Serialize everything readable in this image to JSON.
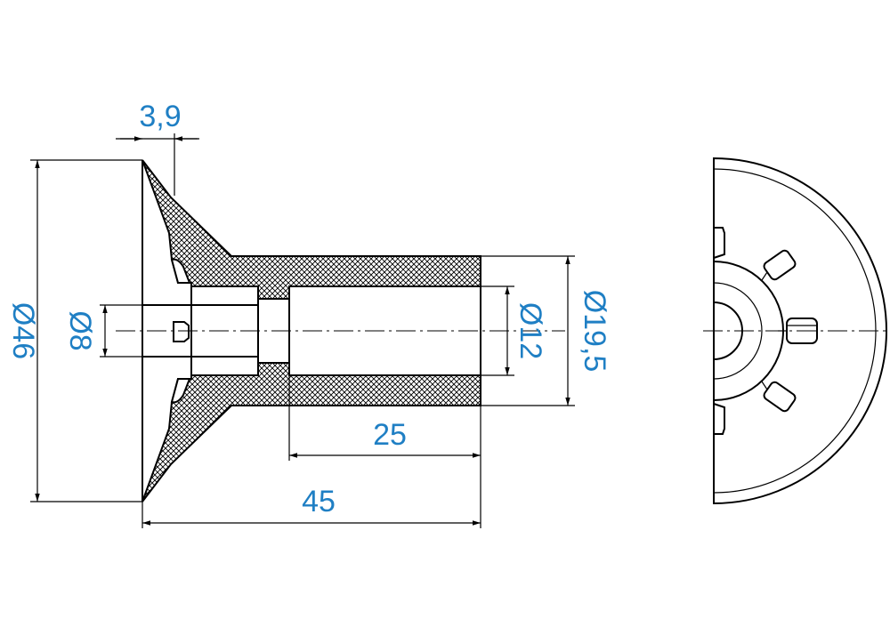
{
  "drawing": {
    "dimensions": {
      "flange_thickness": "3,9",
      "outer_diameter": "Ø46",
      "bore_diameter_small": "Ø8",
      "bore_diameter_large": "Ø12",
      "sleeve_diameter": "Ø19,5",
      "bore_length": "25",
      "total_length": "45"
    },
    "colors": {
      "dimension_text": "#1f7fc4",
      "lines": "#000000",
      "background": "#ffffff"
    }
  }
}
